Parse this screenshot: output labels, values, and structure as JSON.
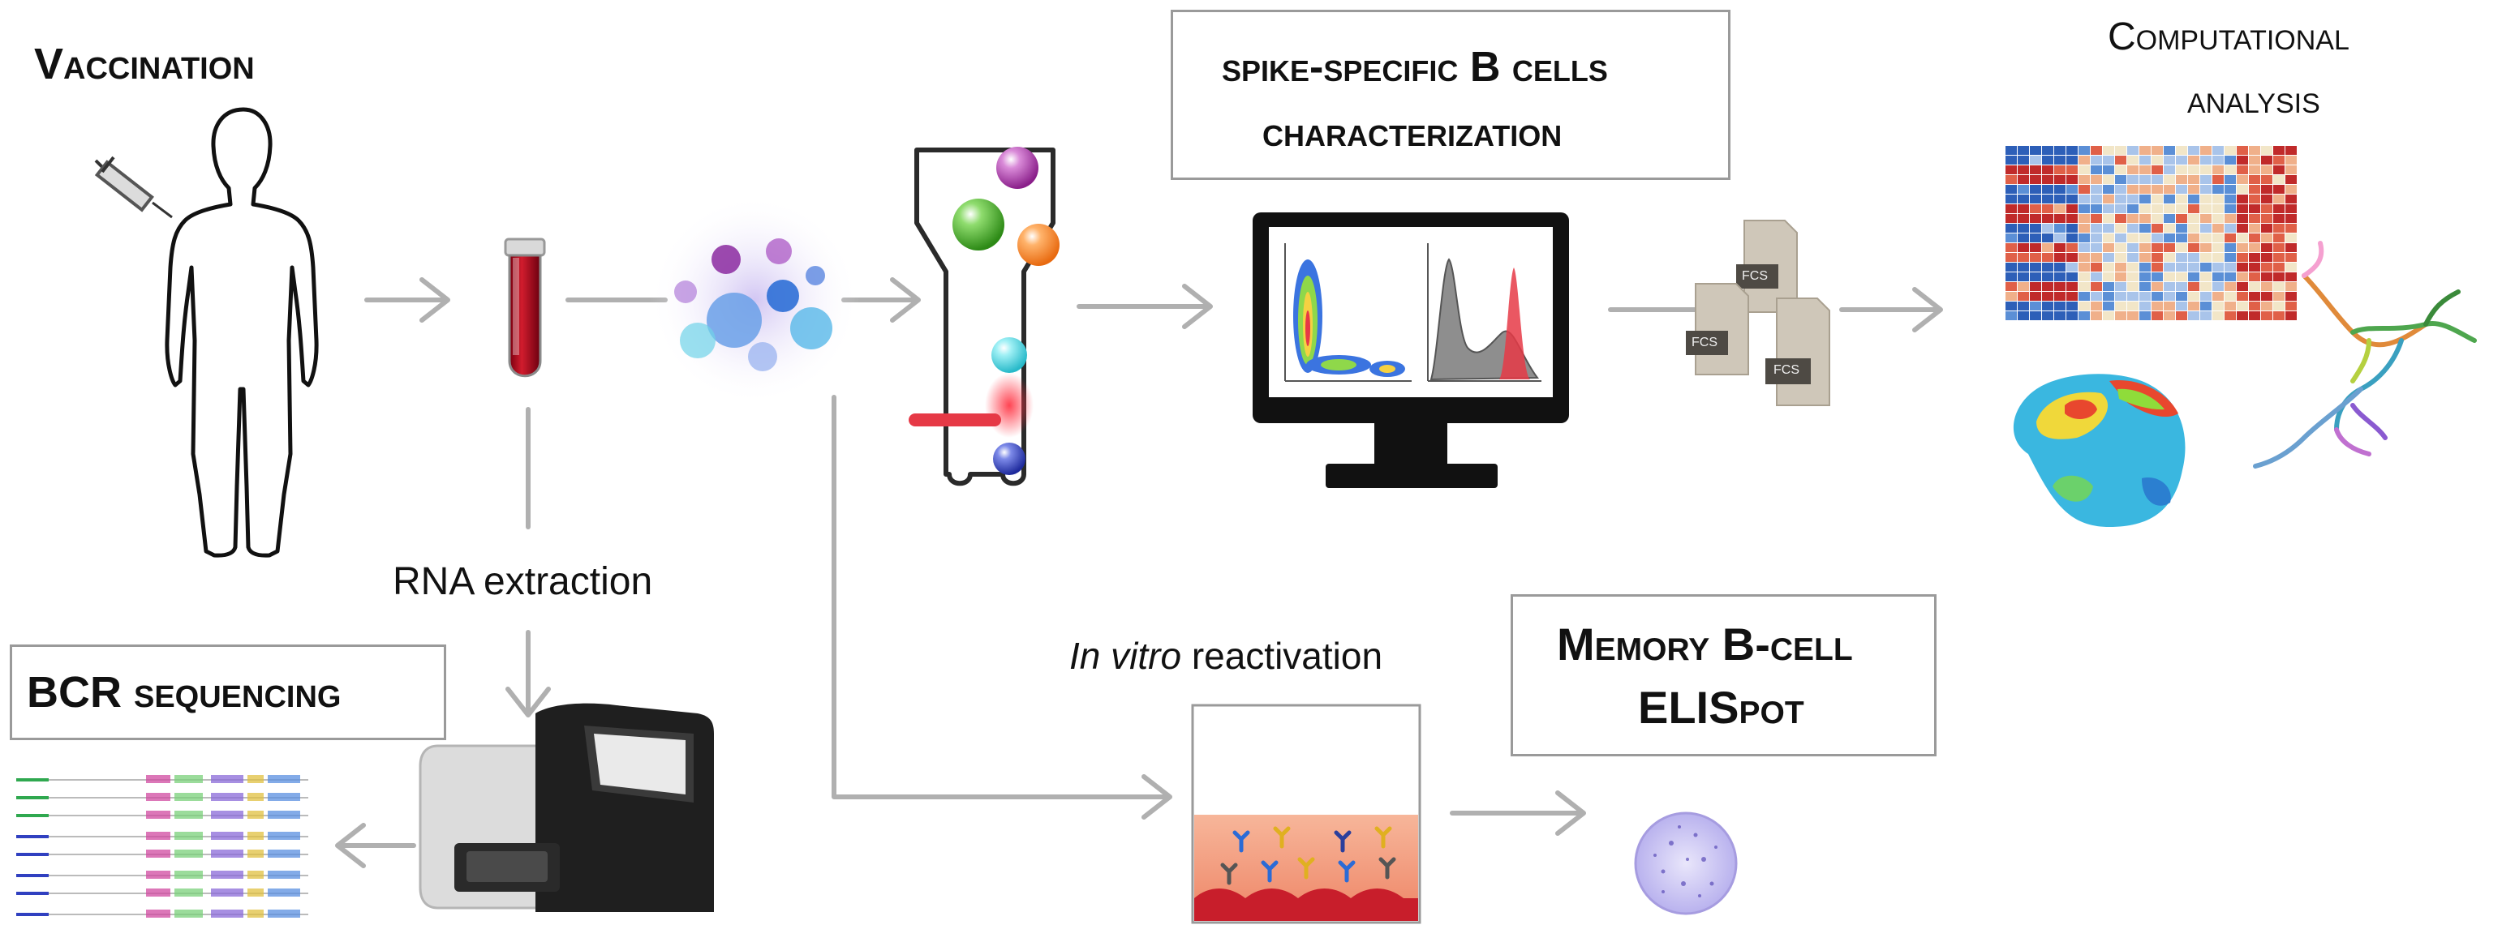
{
  "labels": {
    "vaccination": "Vaccination",
    "rna_extraction": "RNA extraction",
    "bcr_sequencing": "BCR sequencing",
    "spike_line1": "spike-specific B cells",
    "spike_line2": "characterization",
    "computational_line1": "Computational",
    "computational_line2": "analysis",
    "in_vitro_italic": "In vitro",
    "reactivation": " reactivation",
    "memory_line1": "Memory B-cell",
    "memory_line2": "ELISpot"
  },
  "file_badges": [
    "FCS",
    "FCS",
    "FCS"
  ],
  "colors": {
    "arrow": "#b0b0b0",
    "blood": "#c1121f",
    "laser": "#e63946",
    "monitor": "#111111",
    "box_border": "#9a9a9a"
  }
}
